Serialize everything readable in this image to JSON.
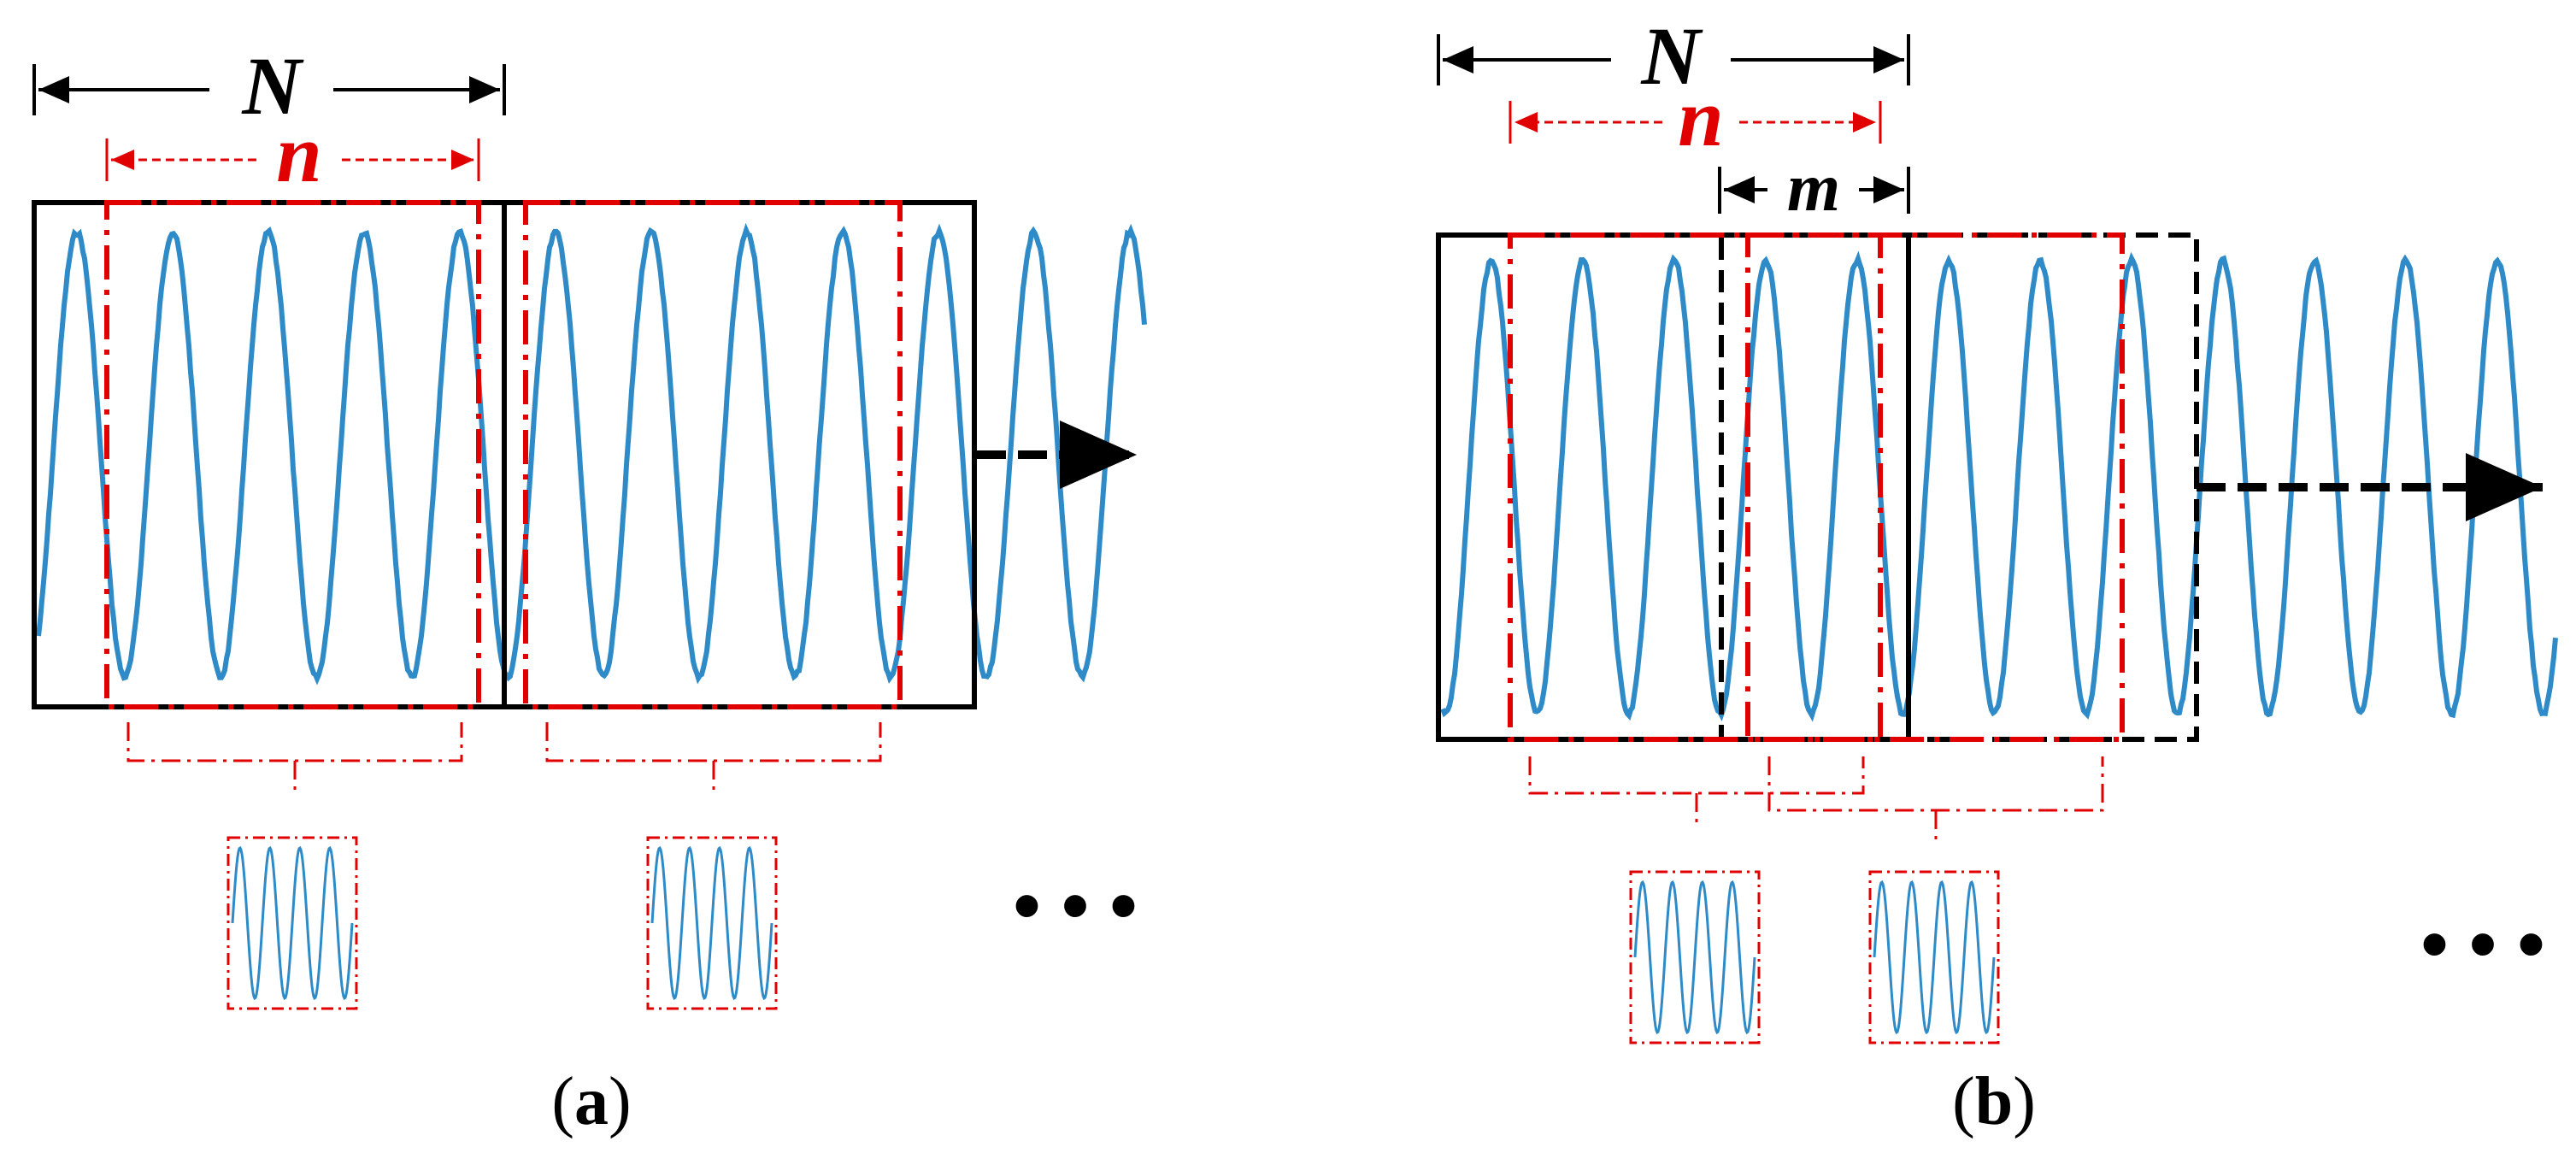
{
  "colors": {
    "signal": "#2E8BC8",
    "frame": "#000000",
    "window": "#E00000"
  },
  "panel_a": {
    "frame_label": "N",
    "window_label": "n",
    "ellipsis": "• • •",
    "caption": {
      "open": "(",
      "letter": "a",
      "close": ")"
    }
  },
  "panel_b": {
    "frame_label": "N",
    "window_label": "n",
    "shift_label": "m",
    "ellipsis": "• • •",
    "caption": {
      "open": "(",
      "letter": "b",
      "close": ")"
    }
  }
}
